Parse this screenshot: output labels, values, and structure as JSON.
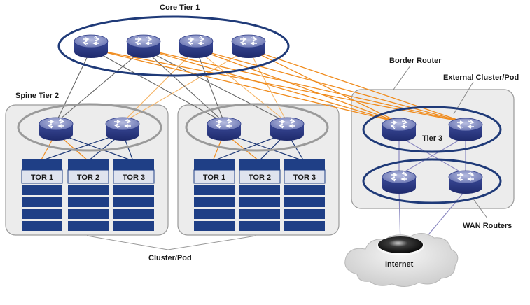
{
  "labels": {
    "core_tier": "Core Tier 1",
    "spine_tier": "Spine Tier 2",
    "border_router": "Border Router",
    "external_cluster": "External Cluster/Pod",
    "tier3": "Tier 3",
    "wan_routers": "WAN Routers",
    "cluster_pod": "Cluster/Pod",
    "internet": "Internet"
  },
  "tor_labels": [
    "TOR 1",
    "TOR 2",
    "TOR 3"
  ],
  "colors": {
    "ring": "#1f3a78",
    "spine_ring": "#9a9a9a",
    "pod_fill": "#ececec",
    "pod_border": "#9a9a9a",
    "rack": "#1f3f86",
    "orange_link": "#f08c1e",
    "light_orange_link": "#f6b566",
    "gray_link": "#666666",
    "blue_link": "#1f3a78",
    "wan_link": "#8a88c0",
    "router_top": "#8c95c6",
    "router_side": "#2e3c87",
    "cloud": "#dcdcdc"
  },
  "icons": {
    "router": "router-icon",
    "cloud": "internet-cloud-icon",
    "globe": "globe-icon"
  }
}
